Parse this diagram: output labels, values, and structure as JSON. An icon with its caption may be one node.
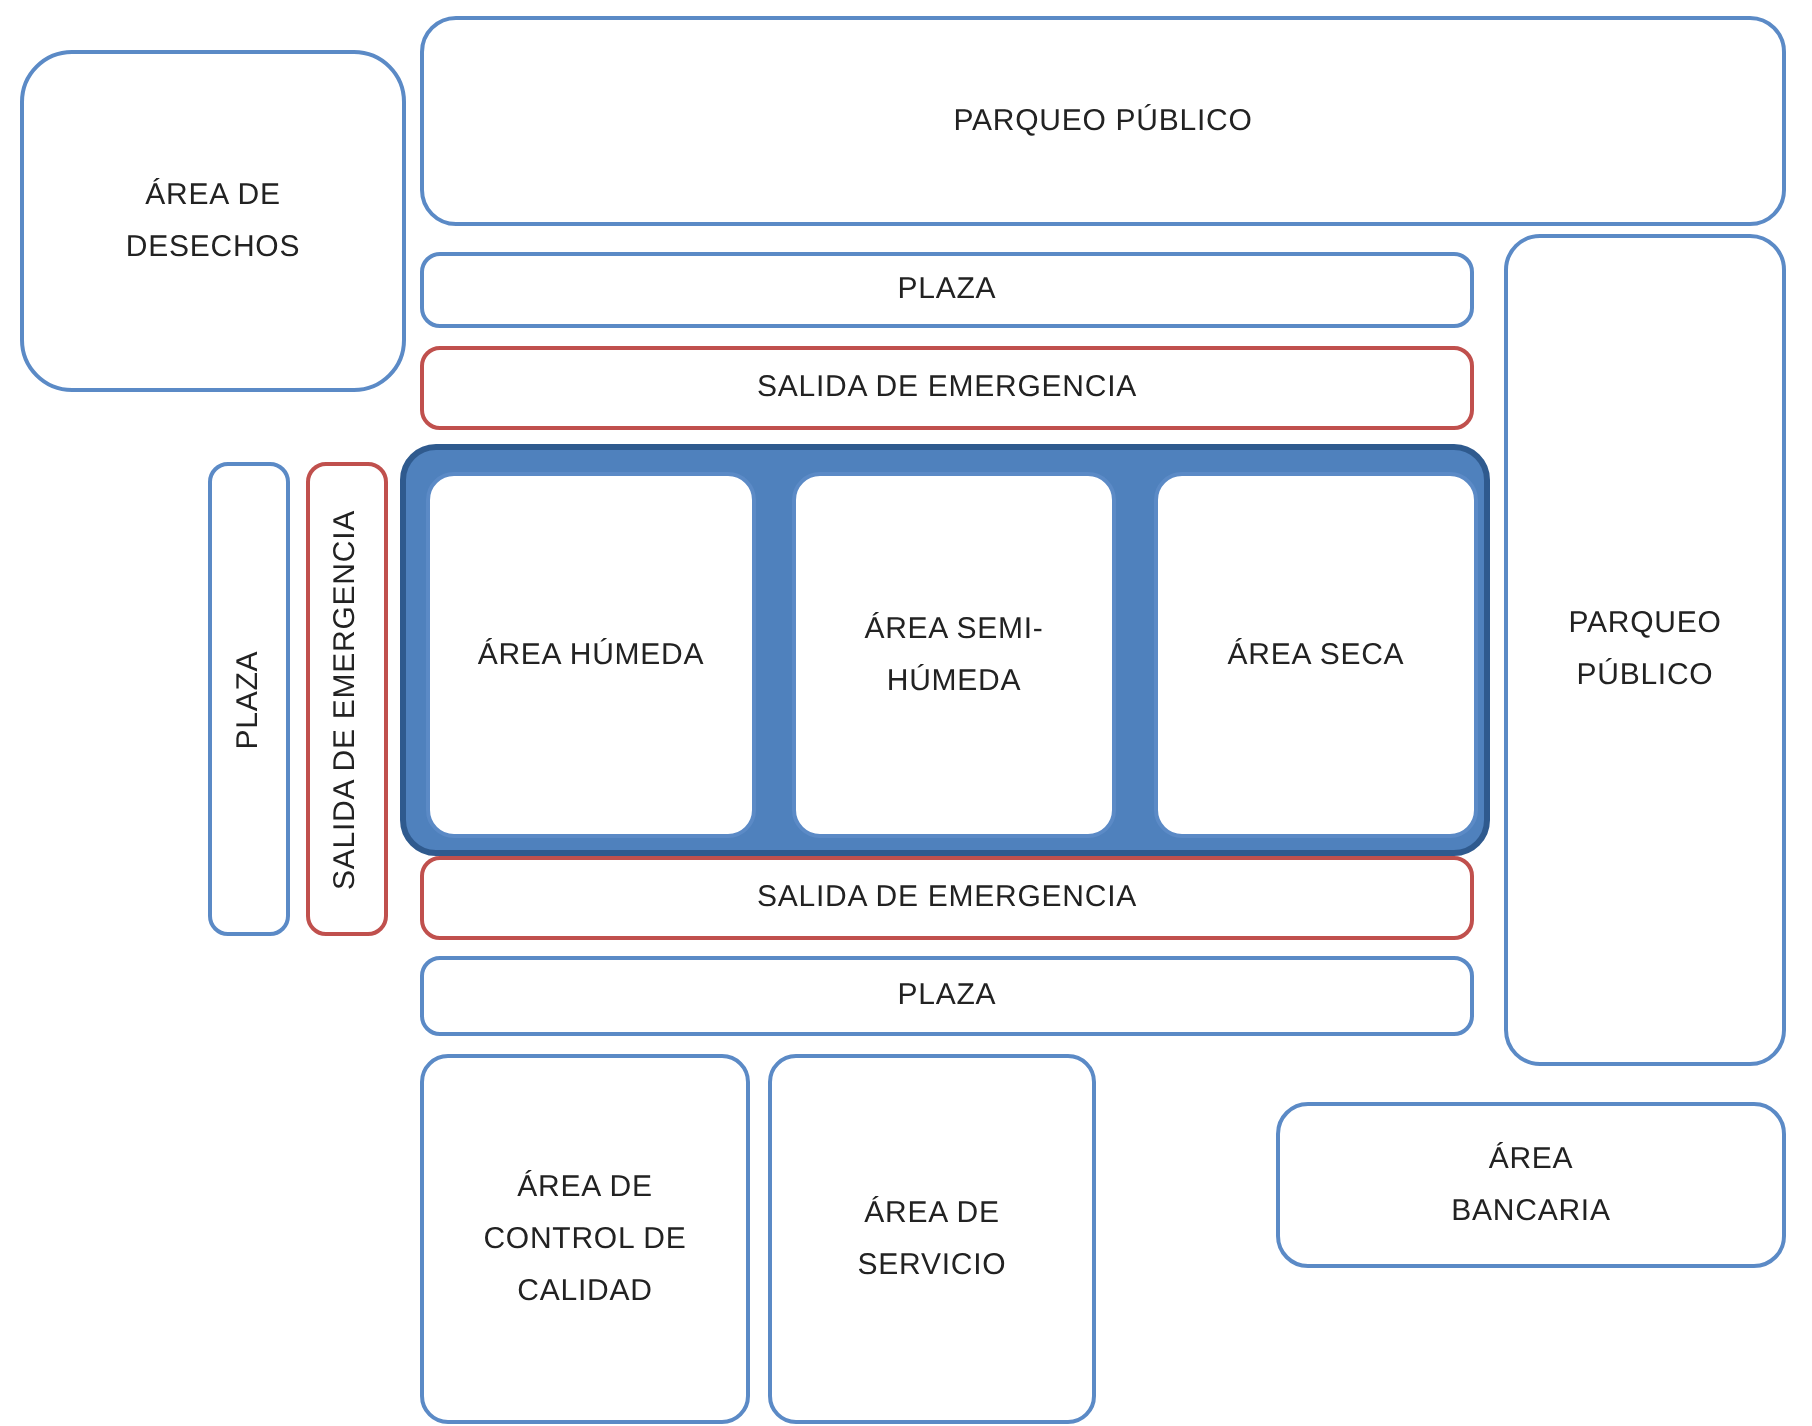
{
  "diagram": {
    "nodes": [
      {
        "text": [
          "ÁREA DE DESECHOS"
        ]
      },
      {
        "text": [
          "PARQUEO PÚBLICO"
        ]
      },
      {
        "text": [
          "PLAZA"
        ]
      },
      {
        "text": [
          "SALIDA DE EMERGENCIA"
        ]
      },
      {
        "text": [
          "PARQUEO PÚBLICO"
        ]
      },
      {
        "text": [
          "PLAZA"
        ]
      },
      {
        "text": [
          "SALIDA DE EMERGENCIA"
        ]
      },
      {
        "text": [],
        "shape": "box"
      },
      {
        "text": [
          "ÁREA HÚMEDA"
        ],
        "in": 7
      },
      {
        "text": [
          "ÁREA SEMI- HÚMEDA"
        ],
        "in": 7
      },
      {
        "text": [
          "ÁREA SECA"
        ],
        "in": 7
      },
      {
        "text": [
          "SALIDA DE EMERGENCIA"
        ]
      },
      {
        "text": [
          "PLAZA"
        ]
      },
      {
        "text": [
          "ÁREA DE CONTROL DE CALIDAD"
        ]
      },
      {
        "text": [
          "ÁREA DE SERVICIO"
        ]
      },
      {
        "text": [
          "ÁREA BANCARIA"
        ]
      }
    ]
  }
}
